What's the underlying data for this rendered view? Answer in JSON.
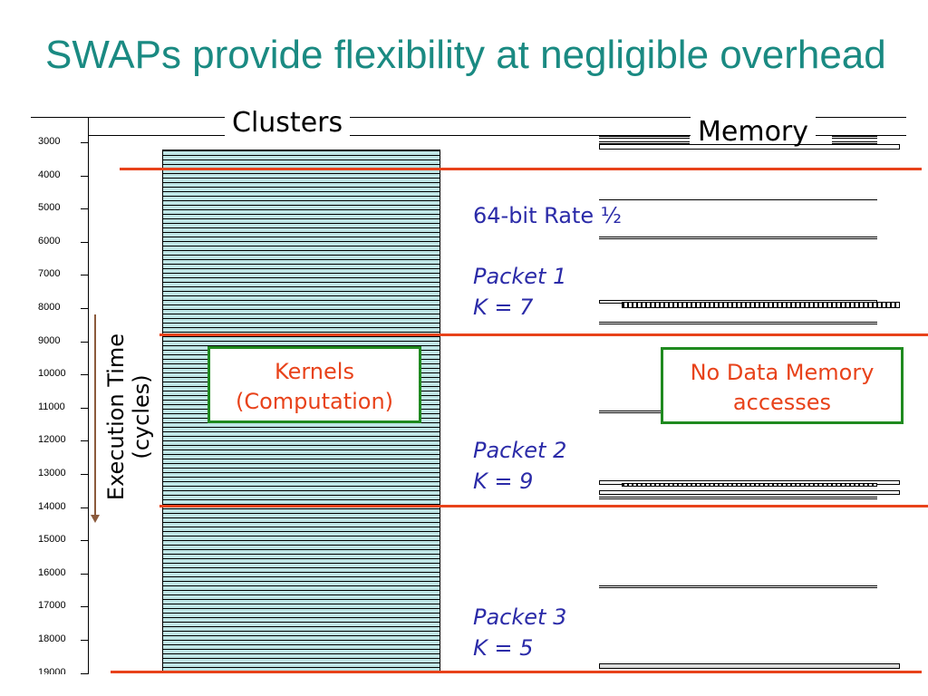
{
  "title": "SWAPs provide flexibility at negligible overhead",
  "headers": {
    "clusters": "Clusters",
    "memory": "Memory"
  },
  "axis": {
    "label_line1": "Execution Time",
    "label_line2": "(cycles)",
    "ticks": [
      "3000",
      "4000",
      "5000",
      "6000",
      "7000",
      "8000",
      "9000",
      "10000",
      "11000",
      "12000",
      "13000",
      "14000",
      "15000",
      "16000",
      "17000",
      "18000",
      "19000"
    ]
  },
  "annotations": {
    "rate": "64-bit Rate ½",
    "packet1_name": "Packet 1",
    "packet1_k": "K = 7",
    "packet2_name": "Packet 2",
    "packet2_k": "K = 9",
    "packet3_name": "Packet 3",
    "packet3_k": "K = 5"
  },
  "boxes": {
    "kernels_line1": "Kernels",
    "kernels_line2": "(Computation)",
    "nomem_line1": "No Data Memory",
    "nomem_line2": "accesses"
  },
  "colors": {
    "title": "#1a8a82",
    "annotation_text": "#2b2ba8",
    "red_lines": "#e8421a",
    "box_border": "#1f8a1f",
    "box_text": "#e8421a",
    "kernel_fill": "#bfe6e6"
  }
}
